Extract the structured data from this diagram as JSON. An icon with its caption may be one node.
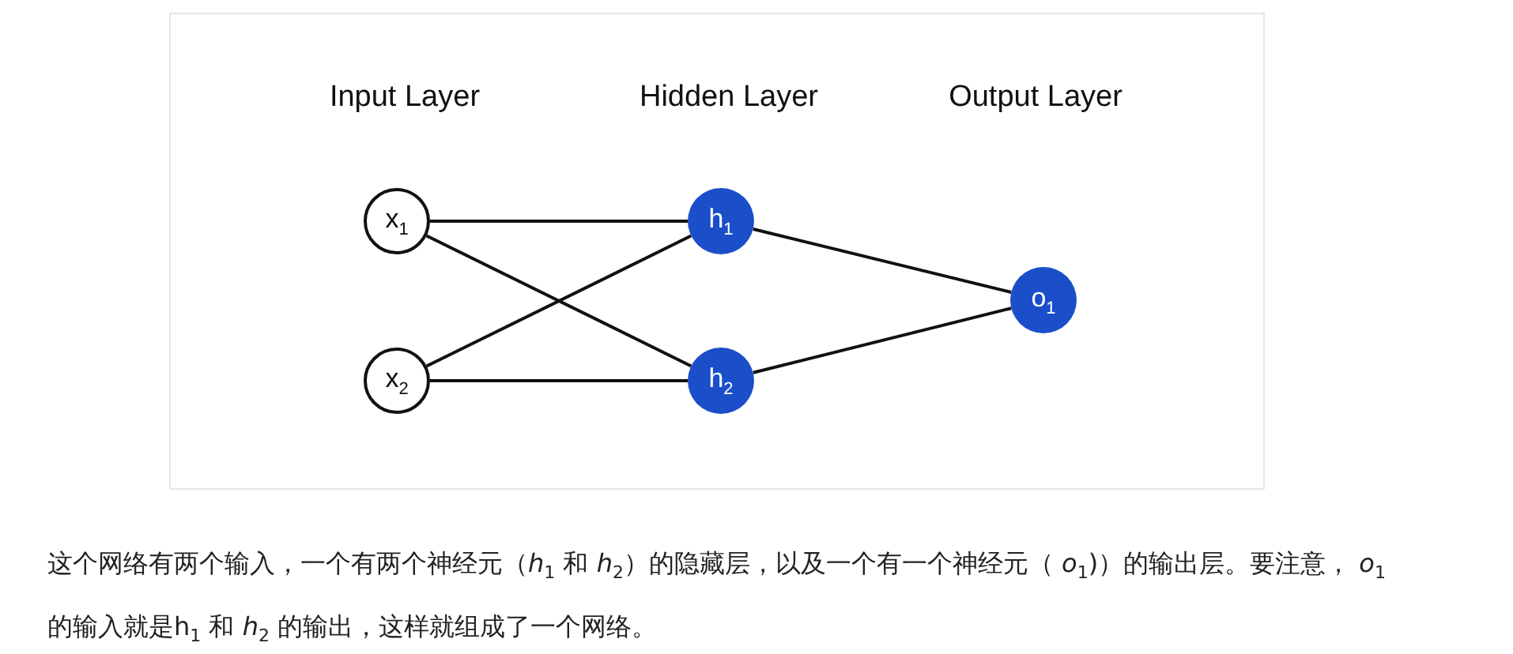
{
  "diagram": {
    "caption": "这个网络有两个输入，一个有两个神经元（*h*$_{1}$ 和 *h*$_{2}$）的隐藏层，以及一个有一个神经元（ *o*$_{1}$)）的输出层。要注意， *o*$_{1}$的输入就是h$_{1}$ 和 *h*$_{2}$ 的输出，这样就组成了一个网络。",
    "nodes": [
      {
        "text": [
          "x$_{1}$"
        ]
      },
      {
        "text": [
          "x$_{2}$"
        ]
      },
      {
        "text": [
          "h$_{1}$"
        ]
      },
      {
        "text": [
          "h$_{2}$"
        ]
      },
      {
        "text": [
          "o$_{1}$"
        ]
      }
    ],
    "edges": [
      {
        "from": 0,
        "to": 2,
        "arrow": "none"
      },
      {
        "from": 0,
        "to": 3,
        "arrow": "none"
      },
      {
        "from": 1,
        "to": 2,
        "arrow": "none"
      },
      {
        "from": 1,
        "to": 3,
        "arrow": "none"
      },
      {
        "from": 2,
        "to": 4,
        "arrow": "none"
      },
      {
        "from": 3,
        "to": 4,
        "arrow": "none"
      }
    ],
    "labels": [
      "Input Layer",
      "Hidden Layer",
      "Output Layer"
    ]
  }
}
